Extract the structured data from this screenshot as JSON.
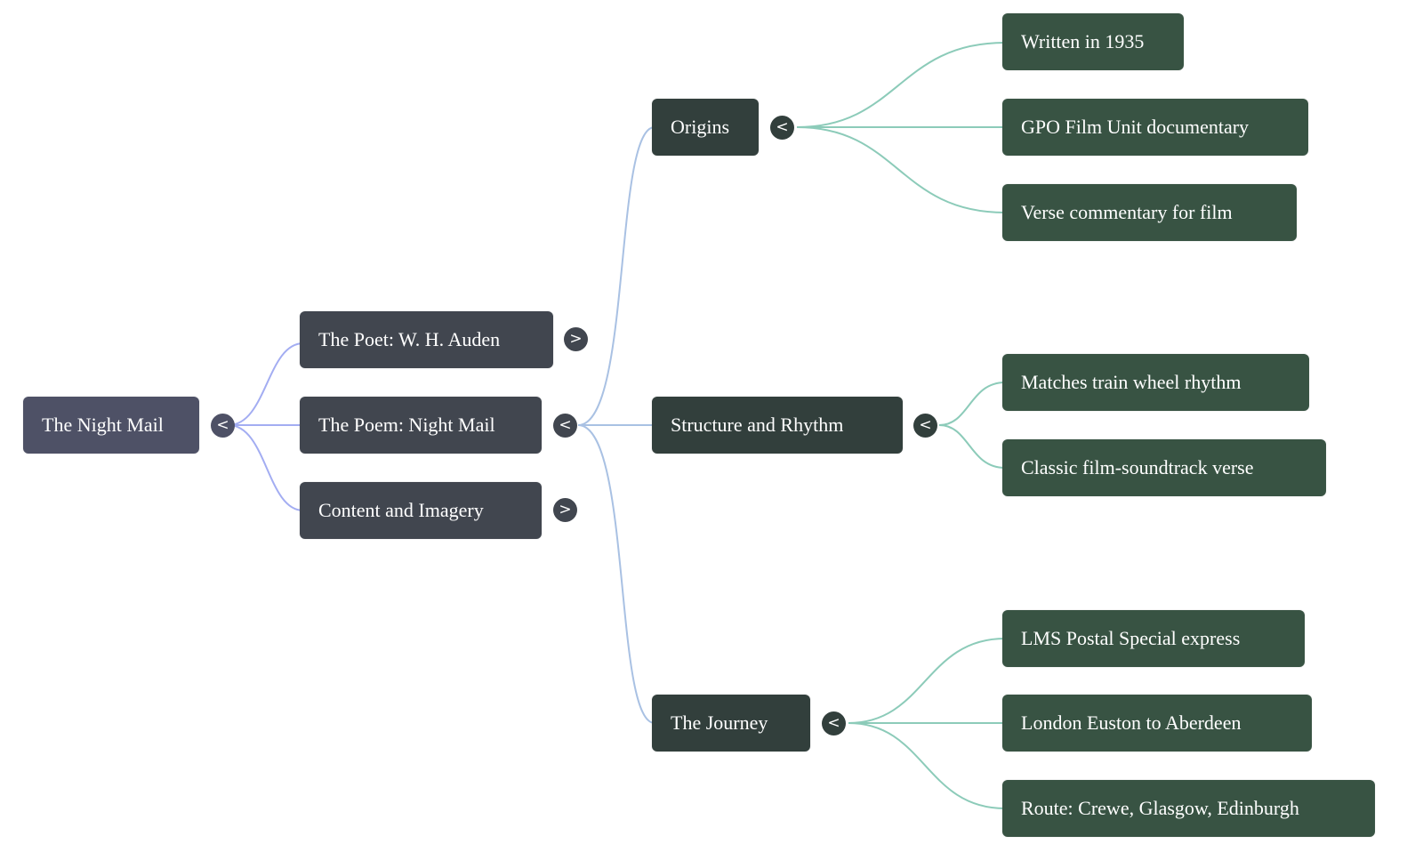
{
  "diagram_type": "mind-map",
  "colors": {
    "root_node": "#4e5166",
    "level1_node": "#41464f",
    "level2_node": "#323f3c",
    "level3_node": "#385343",
    "edge_root": "#a3adf2",
    "edge_level1": "#a9c1e3",
    "edge_level2": "#8ccbb9"
  },
  "root": {
    "label": "The Night Mail",
    "toggle": "<",
    "children": [
      {
        "label": "The Poet: W. H. Auden",
        "toggle": ">",
        "collapsed": true
      },
      {
        "label": "The Poem: Night Mail",
        "toggle": "<",
        "collapsed": false,
        "children": [
          {
            "label": "Origins",
            "toggle": "<",
            "children": [
              {
                "label": "Written in 1935"
              },
              {
                "label": "GPO Film Unit documentary"
              },
              {
                "label": "Verse commentary for film"
              }
            ]
          },
          {
            "label": "Structure and Rhythm",
            "toggle": "<",
            "children": [
              {
                "label": "Matches train wheel rhythm"
              },
              {
                "label": "Classic film-soundtrack verse"
              }
            ]
          },
          {
            "label": "The Journey",
            "toggle": "<",
            "children": [
              {
                "label": "LMS Postal Special express"
              },
              {
                "label": "London Euston to Aberdeen"
              },
              {
                "label": "Route: Crewe, Glasgow, Edinburgh"
              }
            ]
          }
        ]
      },
      {
        "label": "Content and Imagery",
        "toggle": ">",
        "collapsed": true
      }
    ]
  }
}
